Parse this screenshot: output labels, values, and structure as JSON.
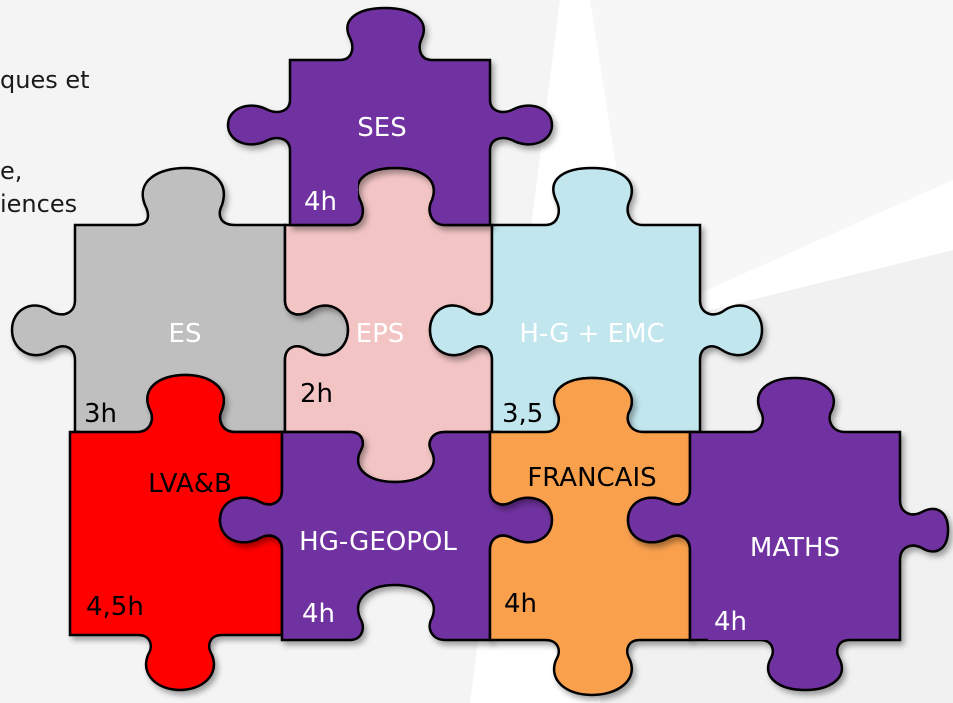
{
  "background_text": [
    "ques et",
    "e,",
    "iences"
  ],
  "pieces": [
    {
      "id": "ses",
      "subject": "SES",
      "hours": "4h",
      "color": "#7030A0",
      "text_color": "#ffffff",
      "hours_box": "#7030A0",
      "hours_text": "#ffffff"
    },
    {
      "id": "es",
      "subject": "ES",
      "hours": "3h",
      "color": "#BFBFBF",
      "text_color": "#000000",
      "hours_box": "#BFBFBF",
      "hours_text": "#000000"
    },
    {
      "id": "eps",
      "subject": "EPS",
      "hours": "2h",
      "color": "#F2C4C4",
      "text_color": "#000000",
      "hours_box": "#F2C4C4",
      "hours_text": "#000000"
    },
    {
      "id": "hg-emc",
      "subject": "H-G + EMC",
      "hours": "3,5",
      "color": "#C1E6EE",
      "text_color": "#000000",
      "hours_box": "#C1E6EE",
      "hours_text": "#000000"
    },
    {
      "id": "lvab",
      "subject": "LVA&B",
      "hours": "4,5h",
      "color": "#FF0000",
      "text_color": "#000000",
      "hours_box": "#FF0000",
      "hours_text": "#000000"
    },
    {
      "id": "hg-geopol",
      "subject": "HG-GEOPOL",
      "hours": "4h",
      "color": "#7030A0",
      "text_color": "#ffffff",
      "hours_box": "#7030A0",
      "hours_text": "#ffffff"
    },
    {
      "id": "francais",
      "subject": "FRANCAIS",
      "hours": "4h",
      "color": "#F9A04E",
      "text_color": "#000000",
      "hours_box": "#F9A04E",
      "hours_text": "#000000"
    },
    {
      "id": "maths",
      "subject": "MATHS",
      "hours": "4h",
      "color": "#7030A0",
      "text_color": "#ffffff",
      "hours_box": "#7030A0",
      "hours_text": "#ffffff"
    }
  ]
}
